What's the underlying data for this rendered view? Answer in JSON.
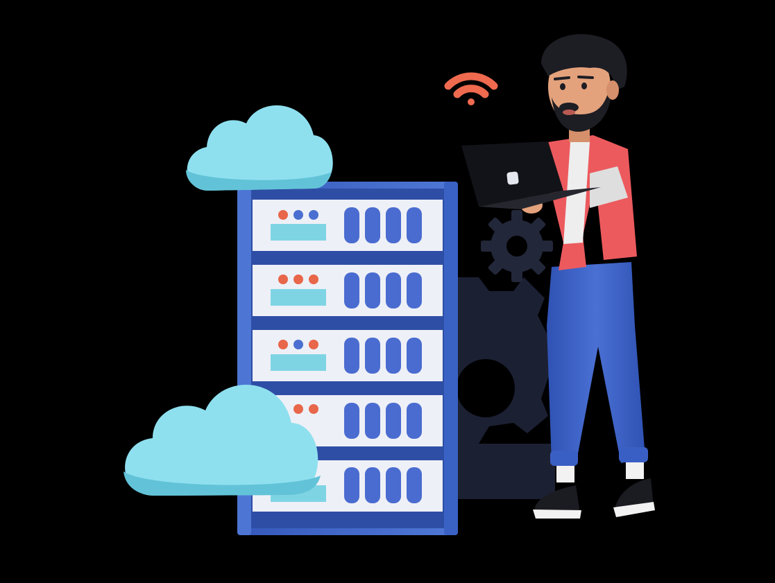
{
  "scene": {
    "subject": "server-rack-with-developer",
    "elements": [
      "cloud-icon",
      "server-rack",
      "gear-icon",
      "wifi-icon",
      "laptop",
      "person"
    ],
    "rack_units": 5
  },
  "colors": {
    "background": "#000000",
    "cloud": "#8fe0ef",
    "cloud_shadow": "#62c3d8",
    "rack_frame": "#3f69c9",
    "rack_frame_dark": "#2f4fa6",
    "drawer_face": "#eef0f7",
    "indicator_orange": "#e8664a",
    "indicator_blue": "#4b6fd0",
    "label_cyan": "#7fd4e4",
    "slot_blue": "#4a6cd0",
    "gear_dark": "#1e2234",
    "wifi": "#ef6a4f",
    "shirt": "#ec5a5e",
    "pants": "#3e63c8",
    "skin": "#e4a27c",
    "hair": "#1d1d24",
    "laptop": "#121318"
  }
}
